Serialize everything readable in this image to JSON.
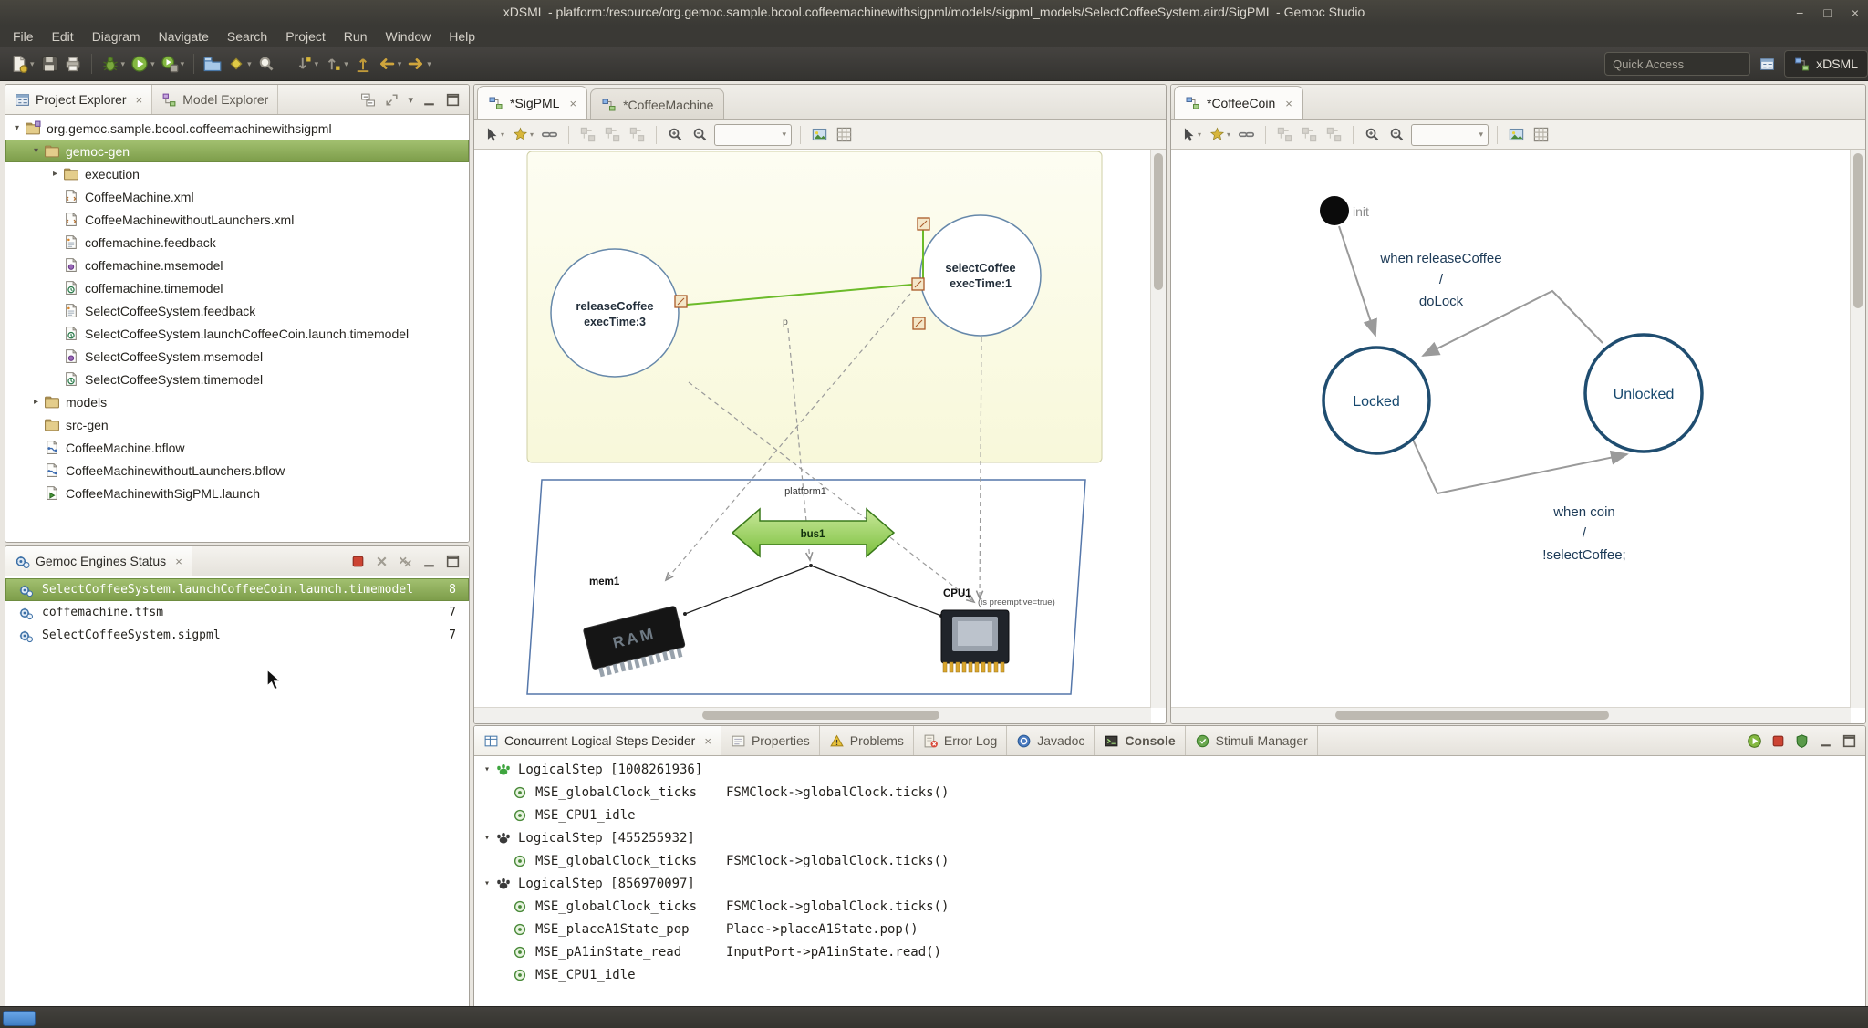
{
  "window": {
    "title": "xDSML - platform:/resource/org.gemoc.sample.bcool.coffeemachinewithsigpml/models/sigpml_models/SelectCoffeeSystem.aird/SigPML - Gemoc Studio",
    "minimize": "−",
    "maximize": "□",
    "close": "×"
  },
  "menubar": [
    "File",
    "Edit",
    "Diagram",
    "Navigate",
    "Search",
    "Project",
    "Run",
    "Window",
    "Help"
  ],
  "toolbar": {
    "items": [
      {
        "name": "new-wizard",
        "type": "new",
        "dropdown": true
      },
      {
        "name": "save",
        "type": "save"
      },
      {
        "name": "print",
        "type": "print"
      },
      {
        "type": "sep"
      },
      {
        "name": "debug",
        "type": "debug",
        "dropdown": true
      },
      {
        "name": "run",
        "type": "run",
        "dropdown": true
      },
      {
        "name": "external-tools",
        "type": "tools",
        "dropdown": true
      },
      {
        "type": "sep"
      },
      {
        "name": "new-java-project",
        "type": "javaproj"
      },
      {
        "name": "ocl-console",
        "type": "ocl",
        "dropdown": true
      },
      {
        "name": "search",
        "type": "search"
      },
      {
        "type": "sep"
      },
      {
        "name": "next-annotation",
        "type": "next-ann",
        "dropdown": true
      },
      {
        "name": "previous-annotation",
        "type": "prev-ann",
        "dropdown": true
      },
      {
        "name": "last-edit-location",
        "type": "last-edit"
      },
      {
        "name": "back",
        "type": "back",
        "dropdown": true
      },
      {
        "name": "forward",
        "type": "forward",
        "dropdown": true
      }
    ],
    "quick_access_placeholder": "Quick Access",
    "perspective_label": "xDSML"
  },
  "project_explorer": {
    "tab_active": "Project Explorer",
    "tab_inactive": "Model Explorer",
    "tree": [
      {
        "depth": 0,
        "arrow": "down",
        "icon": "project",
        "label": "org.gemoc.sample.bcool.coffeemachinewithsigpml"
      },
      {
        "depth": 1,
        "arrow": "down",
        "icon": "folder",
        "label": "gemoc-gen",
        "selected": true
      },
      {
        "depth": 2,
        "arrow": "right",
        "icon": "folder",
        "label": "execution"
      },
      {
        "depth": 2,
        "arrow": "none",
        "icon": "xml",
        "label": "CoffeeMachine.xml"
      },
      {
        "depth": 2,
        "arrow": "none",
        "icon": "xml",
        "label": "CoffeeMachinewithoutLaunchers.xml"
      },
      {
        "depth": 2,
        "arrow": "none",
        "icon": "feedback",
        "label": "coffemachine.feedback"
      },
      {
        "depth": 2,
        "arrow": "none",
        "icon": "mse",
        "label": "coffemachine.msemodel"
      },
      {
        "depth": 2,
        "arrow": "none",
        "icon": "time",
        "label": "coffemachine.timemodel"
      },
      {
        "depth": 2,
        "arrow": "none",
        "icon": "feedback",
        "label": "SelectCoffeeSystem.feedback"
      },
      {
        "depth": 2,
        "arrow": "none",
        "icon": "time",
        "label": "SelectCoffeeSystem.launchCoffeeCoin.launch.timemodel"
      },
      {
        "depth": 2,
        "arrow": "none",
        "icon": "mse",
        "label": "SelectCoffeeSystem.msemodel"
      },
      {
        "depth": 2,
        "arrow": "none",
        "icon": "time",
        "label": "SelectCoffeeSystem.timemodel"
      },
      {
        "depth": 1,
        "arrow": "right",
        "icon": "folder",
        "label": "models"
      },
      {
        "depth": 1,
        "arrow": "none",
        "icon": "folder",
        "label": "src-gen"
      },
      {
        "depth": 1,
        "arrow": "none",
        "icon": "bflow",
        "label": "CoffeeMachine.bflow"
      },
      {
        "depth": 1,
        "arrow": "none",
        "icon": "bflow",
        "label": "CoffeeMachinewithoutLaunchers.bflow"
      },
      {
        "depth": 1,
        "arrow": "none",
        "icon": "launch",
        "label": "CoffeeMachinewithSigPML.launch"
      }
    ]
  },
  "engines": {
    "tab": "Gemoc Engines Status",
    "rows": [
      {
        "label": "SelectCoffeeSystem.launchCoffeeCoin.launch.timemodel",
        "count": "8",
        "selected": true
      },
      {
        "label": "coffemachine.tfsm",
        "count": "7",
        "selected": false
      },
      {
        "label": "SelectCoffeeSystem.sigpml",
        "count": "7",
        "selected": false
      }
    ]
  },
  "diagram_toolbar": [
    {
      "name": "select-tool",
      "type": "pointer",
      "dropdown": true
    },
    {
      "name": "layout-tool",
      "type": "star",
      "dropdown": true
    },
    {
      "name": "link-tool",
      "type": "chain"
    },
    {
      "type": "sep"
    },
    {
      "name": "arrange",
      "type": "gbox",
      "disabled": true
    },
    {
      "name": "align",
      "type": "gbox",
      "disabled": true
    },
    {
      "name": "distribute",
      "type": "gbox",
      "disabled": true
    },
    {
      "type": "sep"
    },
    {
      "name": "zoom-in",
      "type": "zoom-in"
    },
    {
      "name": "zoom-out",
      "type": "zoom-out"
    },
    {
      "name": "zoom-level",
      "type": "combo"
    },
    {
      "type": "sep"
    },
    {
      "name": "export-image",
      "type": "export"
    },
    {
      "name": "grid",
      "type": "grid"
    }
  ],
  "sigpml": {
    "tab_active": "*SigPML",
    "tab_inactive": "*CoffeeMachine",
    "actor1": {
      "name": "releaseCoffee",
      "exec": "execTime:3"
    },
    "actor2": {
      "name": "selectCoffee",
      "exec": "execTime:1"
    },
    "port_label": "p",
    "platform": "platform1",
    "bus": "bus1",
    "mem": "mem1",
    "mem_chip_text": "RAM",
    "cpu": "CPU1",
    "cpu_note": "(is preemptive=true)"
  },
  "coffeecoin": {
    "tab": "*CoffeeCoin",
    "init": "init",
    "locked": "Locked",
    "unlocked": "Unlocked",
    "t1_line1": "when releaseCoffee",
    "t1_line2": "/",
    "t1_line3": "doLock",
    "t2_line1": "when coin",
    "t2_line2": "/",
    "t2_line3": "!selectCoffee;"
  },
  "steps": {
    "tabs": [
      {
        "label": "Concurrent Logical Steps Decider",
        "icon": "decider",
        "active": true
      },
      {
        "label": "Properties",
        "icon": "properties"
      },
      {
        "label": "Problems",
        "icon": "problems"
      },
      {
        "label": "Error Log",
        "icon": "errorlog"
      },
      {
        "label": "Javadoc",
        "icon": "javadoc"
      },
      {
        "label": "Console",
        "icon": "console",
        "bold": true
      },
      {
        "label": "Stimuli Manager",
        "icon": "stimuli"
      }
    ],
    "groups": [
      {
        "label": "LogicalStep [1008261936]",
        "paw": "green",
        "children": [
          {
            "name": "MSE_globalClock_ticks",
            "detail": "FSMClock->globalClock.ticks()"
          },
          {
            "name": "MSE_CPU1_idle",
            "detail": ""
          }
        ]
      },
      {
        "label": "LogicalStep [455255932]",
        "paw": "dark",
        "children": [
          {
            "name": "MSE_globalClock_ticks",
            "detail": "FSMClock->globalClock.ticks()"
          }
        ]
      },
      {
        "label": "LogicalStep [856970097]",
        "paw": "dark",
        "children": [
          {
            "name": "MSE_globalClock_ticks",
            "detail": "FSMClock->globalClock.ticks()"
          },
          {
            "name": "MSE_placeA1State_pop",
            "detail": "Place->placeA1State.pop()"
          },
          {
            "name": "MSE_pA1inState_read",
            "detail": "InputPort->pA1inState.read()"
          },
          {
            "name": "MSE_CPU1_idle",
            "detail": ""
          }
        ]
      }
    ]
  }
}
